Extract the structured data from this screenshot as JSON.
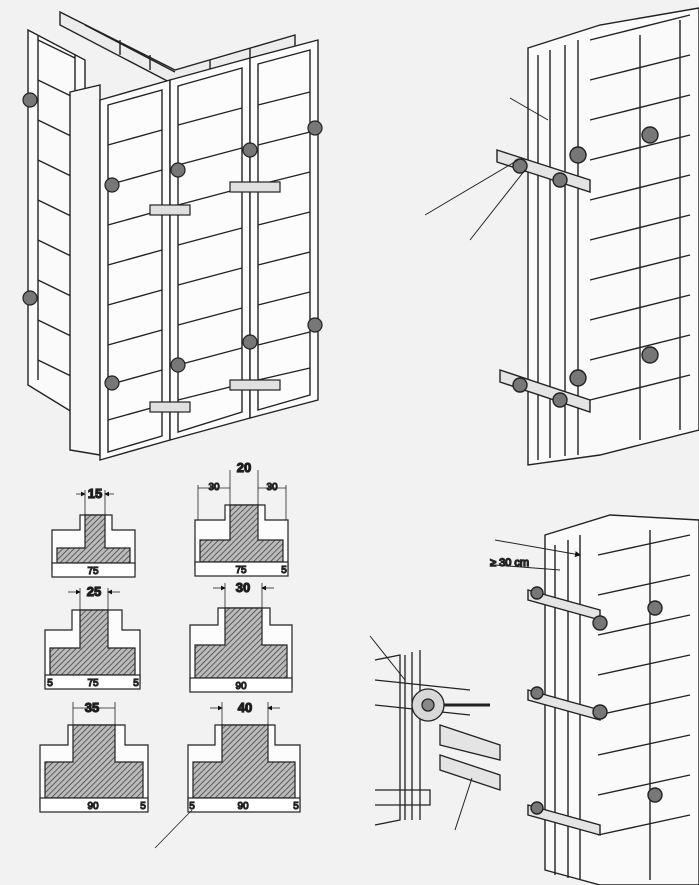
{
  "colors": {
    "background": "#f2f2f2",
    "line": "#222222",
    "hatch": "#555555"
  },
  "tee_sections": [
    {
      "id": "t15",
      "width_label": "15",
      "base_label": "75",
      "end_label": ""
    },
    {
      "id": "t20",
      "width_label": "20",
      "side_left": "30",
      "side_right": "30",
      "base_label": "75",
      "end_label": "5"
    },
    {
      "id": "t25",
      "width_label": "25",
      "base_label": "75",
      "end_left": "5",
      "end_right": "5"
    },
    {
      "id": "t30",
      "width_label": "30",
      "base_label": "90",
      "end_label": ""
    },
    {
      "id": "t35",
      "width_label": "35",
      "base_label": "90",
      "end_label": "5"
    },
    {
      "id": "t40",
      "width_label": "40",
      "base_label": "90",
      "end_left": "5",
      "end_right": "5"
    }
  ],
  "clearance_label": "≥ 30 cm"
}
